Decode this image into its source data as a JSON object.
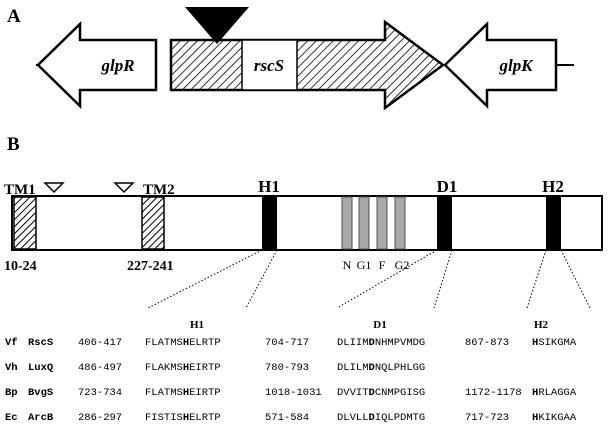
{
  "panel_a": {
    "label": "A",
    "genes": {
      "glpR": "glpR",
      "rscS": "rscS",
      "glpK": "glpK"
    }
  },
  "panel_b": {
    "label": "B",
    "tm1": {
      "label": "TM1",
      "range": "10-24"
    },
    "tm2": {
      "label": "TM2",
      "range": "227-241"
    },
    "h1": "H1",
    "d1": "D1",
    "h2": "H2",
    "motifs": [
      "N",
      "G1",
      "F",
      "G2"
    ]
  },
  "alignment": {
    "headers": {
      "h1": "H1",
      "d1": "D1",
      "h2": "H2"
    },
    "rows": [
      {
        "organism": "Vf",
        "protein": "RscS",
        "h1_range": "406-417",
        "h1_pre": "FLATMS",
        "h1_key": "H",
        "h1_post": "ELRTP",
        "d1_range": "704-717",
        "d1_pre": "DLIIM",
        "d1_key": "D",
        "d1_post": "NHMPVMDG",
        "h2_range": "867-873",
        "h2_pre": "",
        "h2_key": "H",
        "h2_post": "SIKGMA"
      },
      {
        "organism": "Vh",
        "protein": "LuxQ",
        "h1_range": "486-497",
        "h1_pre": "FLAKMS",
        "h1_key": "H",
        "h1_post": "EIRTP",
        "d1_range": "780-793",
        "d1_pre": "DLILM",
        "d1_key": "D",
        "d1_post": "NQLPHLGG",
        "h2_range": "",
        "h2_pre": "",
        "h2_key": "",
        "h2_post": ""
      },
      {
        "organism": "Bp",
        "protein": "BvgS",
        "h1_range": "723-734",
        "h1_pre": "FLATMS",
        "h1_key": "H",
        "h1_post": "EIRTP",
        "d1_range": "1018-1031",
        "d1_pre": "DVVIT",
        "d1_key": "D",
        "d1_post": "CNMPGISG",
        "h2_range": "1172-1178",
        "h2_pre": "",
        "h2_key": "H",
        "h2_post": "RLAGGA"
      },
      {
        "organism": "Ec",
        "protein": "ArcB",
        "h1_range": "286-297",
        "h1_pre": "FISTIS",
        "h1_key": "H",
        "h1_post": "ELRTP",
        "d1_range": "571-584",
        "d1_pre": "DLVLL",
        "d1_key": "D",
        "d1_post": "IQLPDMTG",
        "h2_range": "717-723",
        "h2_pre": "",
        "h2_key": "H",
        "h2_post": "KIKGAA"
      }
    ]
  }
}
